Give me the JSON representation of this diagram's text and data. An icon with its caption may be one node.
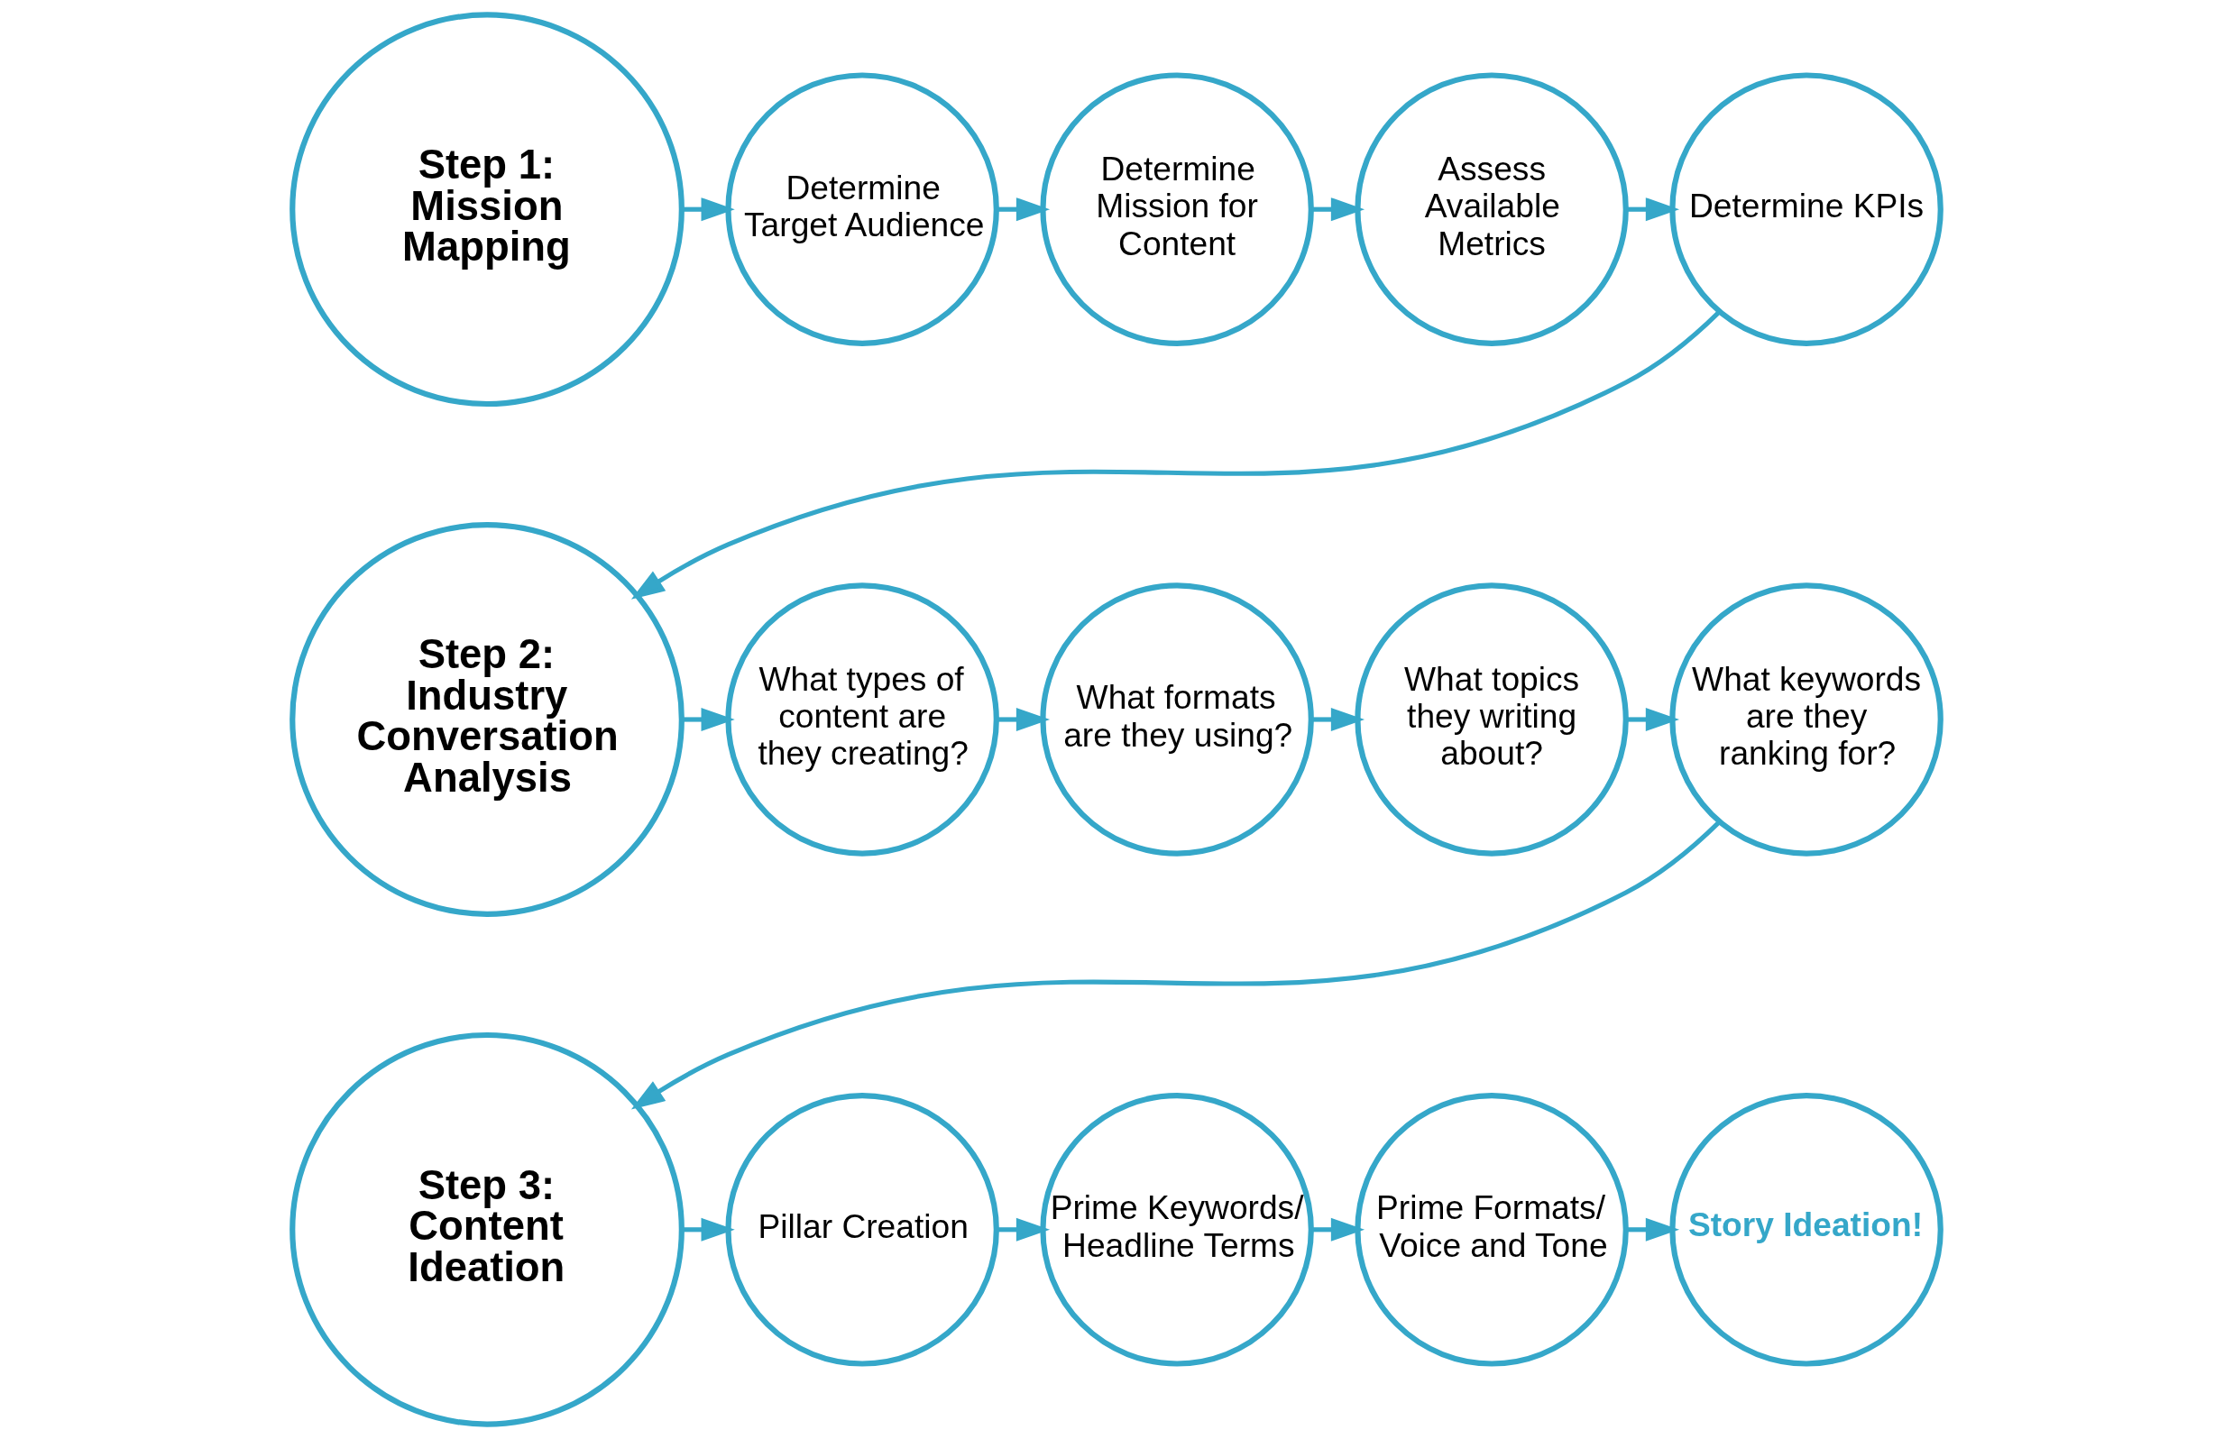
{
  "diagram": {
    "nodes": [
      {
        "text": [
          "Step 1: Mission Mapping"
        ]
      },
      {
        "text": [
          "Determine Target Audience"
        ]
      },
      {
        "text": [
          "Determine Mission for Content"
        ]
      },
      {
        "text": [
          "Assess Available Metrics"
        ]
      },
      {
        "text": [
          "Determine KPIs"
        ]
      },
      {
        "text": [
          "Step 2: Industry Conversation Analysis"
        ]
      },
      {
        "text": [
          "What types of content are they creating?"
        ]
      },
      {
        "text": [
          "What formats are they using?"
        ]
      },
      {
        "text": [
          "What topics they writing about?"
        ]
      },
      {
        "text": [
          "What keywords are they ranking for?"
        ]
      },
      {
        "text": [
          "Step 3: Content Ideation"
        ]
      },
      {
        "text": [
          "Pillar Creation"
        ]
      },
      {
        "text": [
          "Prime Keywords/ Headline Terms"
        ]
      },
      {
        "text": [
          "Prime Formats/ Voice and Tone"
        ]
      },
      {
        "text": [
          "Story Ideation!"
        ]
      }
    ],
    "edges": [
      {
        "from": 0,
        "to": 1,
        "arrow": "to"
      },
      {
        "from": 1,
        "to": 2,
        "arrow": "to"
      },
      {
        "from": 2,
        "to": 3,
        "arrow": "to"
      },
      {
        "from": 3,
        "to": 4,
        "arrow": "to"
      },
      {
        "from": 4,
        "to": 5,
        "arrow": "to"
      },
      {
        "from": 5,
        "to": 6,
        "arrow": "to"
      },
      {
        "from": 6,
        "to": 7,
        "arrow": "to"
      },
      {
        "from": 7,
        "to": 8,
        "arrow": "to"
      },
      {
        "from": 8,
        "to": 9,
        "arrow": "to"
      },
      {
        "from": 9,
        "to": 10,
        "arrow": "to"
      },
      {
        "from": 10,
        "to": 11,
        "arrow": "to"
      },
      {
        "from": 11,
        "to": 12,
        "arrow": "to"
      },
      {
        "from": 12,
        "to": 13,
        "arrow": "to"
      },
      {
        "from": 13,
        "to": 14,
        "arrow": "to"
      }
    ]
  }
}
